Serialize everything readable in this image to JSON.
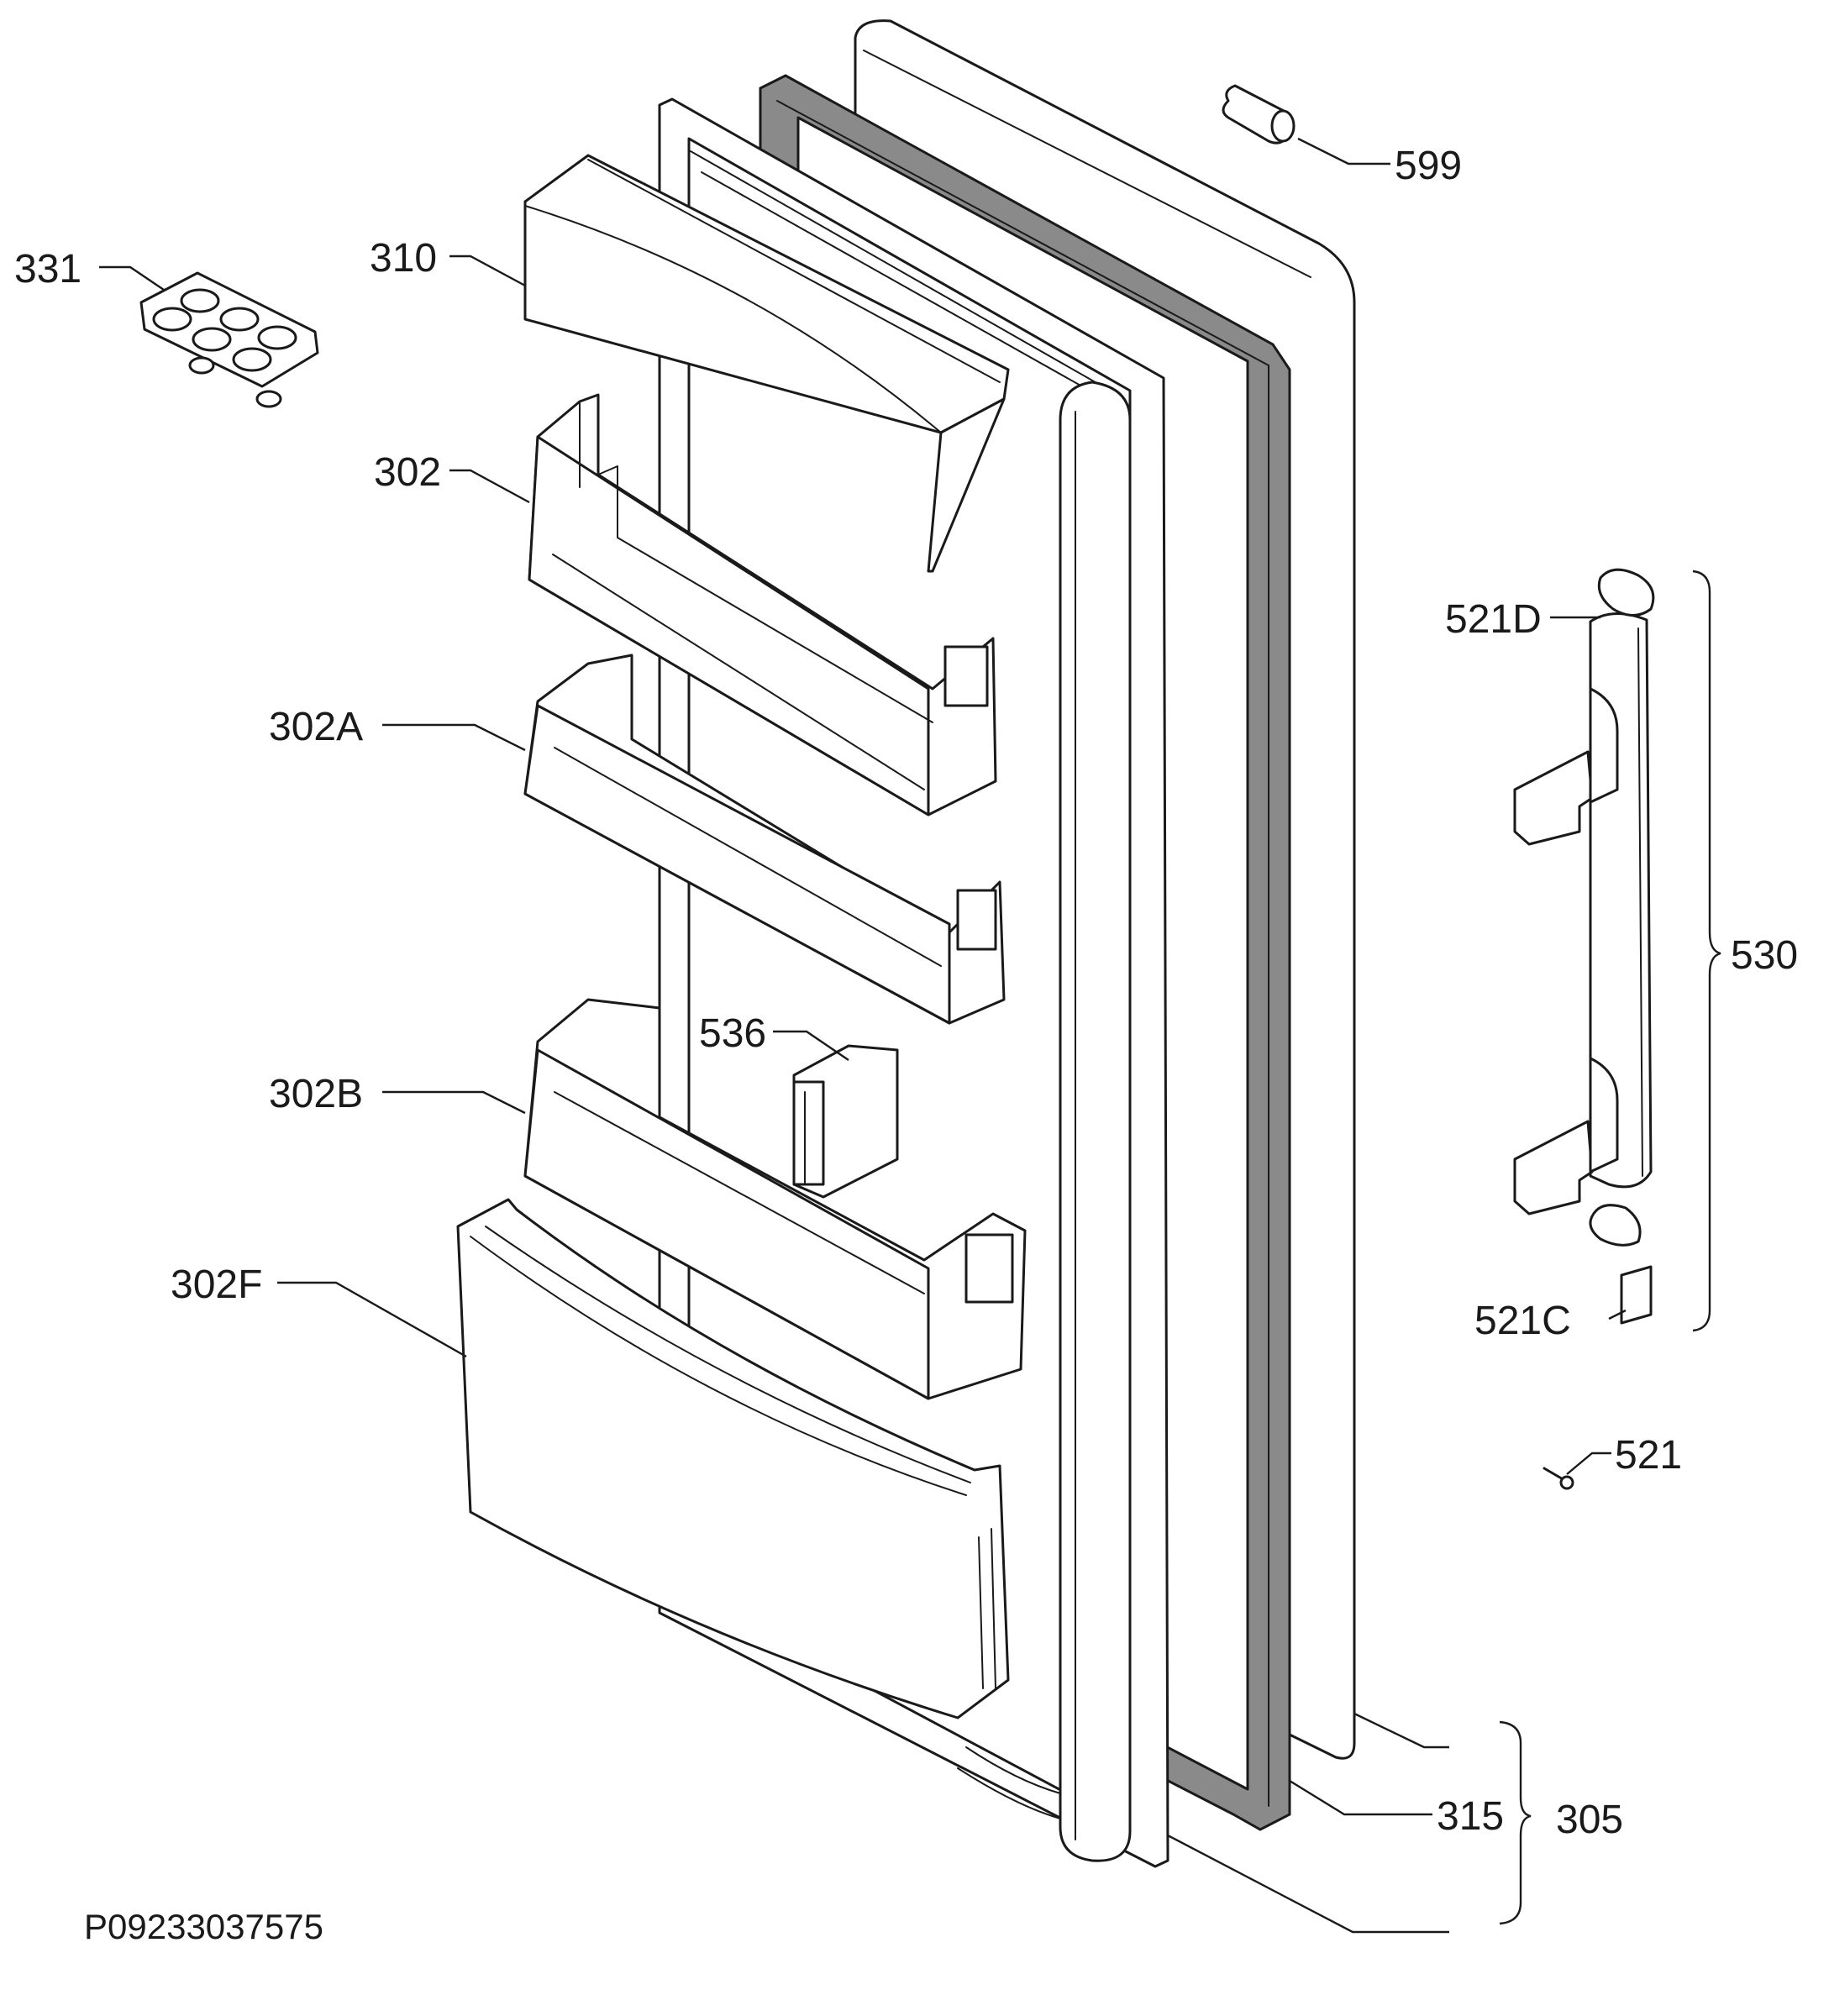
{
  "drawing_code": "P09233037575",
  "labels": {
    "l331": "331",
    "l310": "310",
    "l302": "302",
    "l302A": "302A",
    "l302B": "302B",
    "l302F": "302F",
    "l536": "536",
    "l599": "599",
    "l521D": "521D",
    "l530": "530",
    "l521C": "521C",
    "l521": "521",
    "l315": "315",
    "l305": "305"
  },
  "colors": {
    "line": "#1a1a1a",
    "gasket": "#8a8a8a",
    "background": "#ffffff"
  }
}
